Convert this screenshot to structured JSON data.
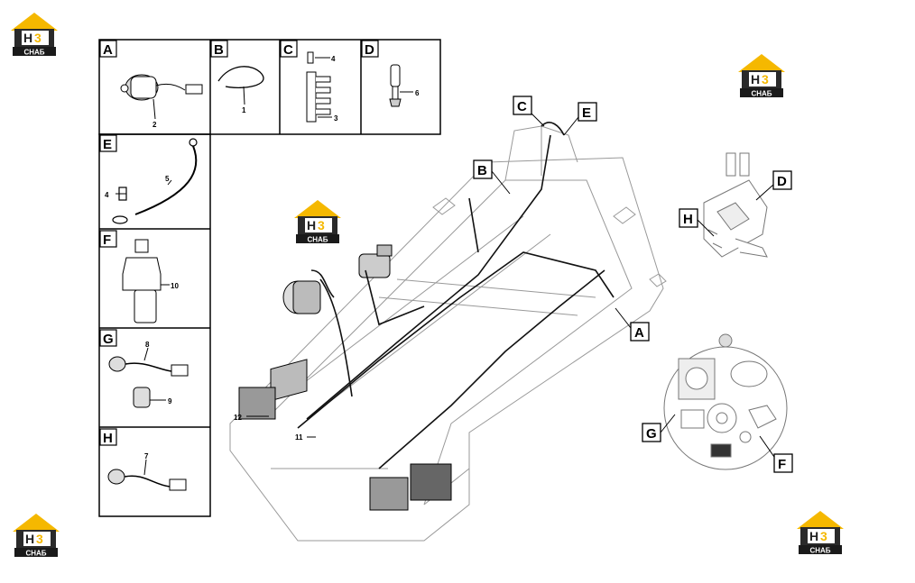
{
  "logo": {
    "letters_main": "H",
    "letters_accent": "3",
    "caption": "СНАБ",
    "colors": {
      "roof": "#f5b800",
      "caption_bg": "#1a1a1a",
      "badge_bg": "#2a2a2a",
      "accent": "#f5b800"
    }
  },
  "panels": [
    {
      "id": "A",
      "label": "A",
      "parts": [
        "2"
      ]
    },
    {
      "id": "B",
      "label": "B",
      "parts": [
        "1"
      ]
    },
    {
      "id": "C",
      "label": "C",
      "parts": [
        "4",
        "3"
      ]
    },
    {
      "id": "D",
      "label": "D",
      "parts": [
        "6"
      ]
    },
    {
      "id": "E",
      "label": "E",
      "parts": [
        "4",
        "5"
      ]
    },
    {
      "id": "F",
      "label": "F",
      "parts": [
        "10"
      ]
    },
    {
      "id": "G",
      "label": "G",
      "parts": [
        "8",
        "9"
      ]
    },
    {
      "id": "H",
      "label": "H",
      "parts": [
        "7"
      ]
    }
  ],
  "callouts": {
    "main": [
      "C",
      "E",
      "B",
      "A"
    ],
    "right_top": [
      "D",
      "H"
    ],
    "right_bottom": [
      "G",
      "F"
    ]
  },
  "main_parts": [
    "12",
    "11"
  ]
}
